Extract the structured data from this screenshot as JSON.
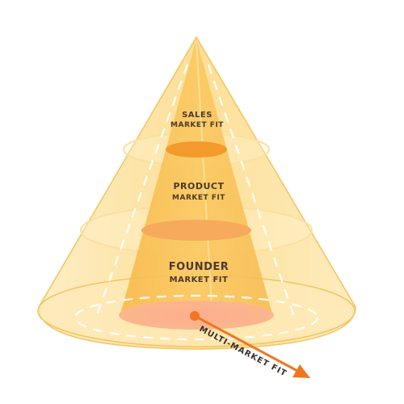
{
  "layers": [
    {
      "id": "sales",
      "line1": "SALES",
      "line2": "MARKET FIT"
    },
    {
      "id": "product",
      "line1": "PRODUCT",
      "line2": "MARKET FIT"
    },
    {
      "id": "founder",
      "line1": "FOUNDER",
      "line2": "MARKET FIT"
    }
  ],
  "arrow": {
    "label": "MULTI-MARKET FIT"
  },
  "colors": {
    "outer_cone": "#fce3a0",
    "outer_cone_edge": "#f6c96a",
    "inner_cone": "#f9c25a",
    "inner_cone_light": "#fbd27a",
    "sales_disc": "#f49a2e",
    "product_disc": "#f7a85a",
    "founder_disc": "#fba98a",
    "arrow": "#f0771f",
    "dashed": "#ffffff"
  }
}
